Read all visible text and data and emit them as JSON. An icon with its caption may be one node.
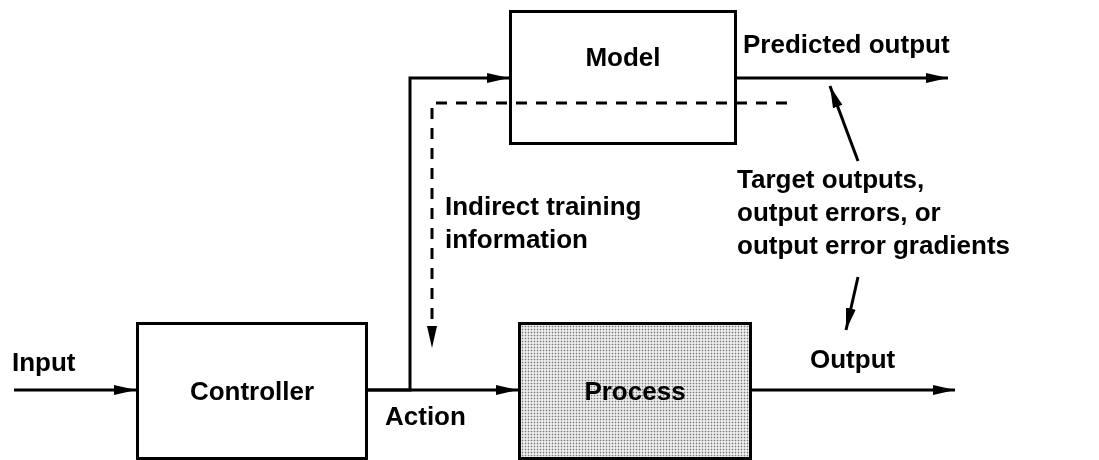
{
  "diagram": {
    "nodes": [
      {
        "text": [
          "Controller"
        ]
      },
      {
        "text": [
          "Process"
        ]
      },
      {
        "text": [
          "Model"
        ]
      },
      {
        "text": [
          "Target outputs, output errors, or output error gradients"
        ]
      }
    ],
    "edges": [
      {
        "from": null,
        "to": 0,
        "arrow": "to",
        "label": "Input"
      },
      {
        "from": 0,
        "to": 1,
        "arrow": "to",
        "label": "Action"
      },
      {
        "from": 0,
        "to": 2,
        "arrow": "to"
      },
      {
        "from": 2,
        "to": null,
        "arrow": "to",
        "label": "Predicted output"
      },
      {
        "from": 1,
        "to": null,
        "arrow": "to",
        "label": "Output"
      },
      {
        "from": 2,
        "to": null,
        "arrow": "to",
        "style": "dashed",
        "label": "Indirect training information"
      },
      {
        "from": 3,
        "to": null,
        "arrow": "to"
      },
      {
        "from": 3,
        "to": null,
        "arrow": "to"
      }
    ]
  }
}
